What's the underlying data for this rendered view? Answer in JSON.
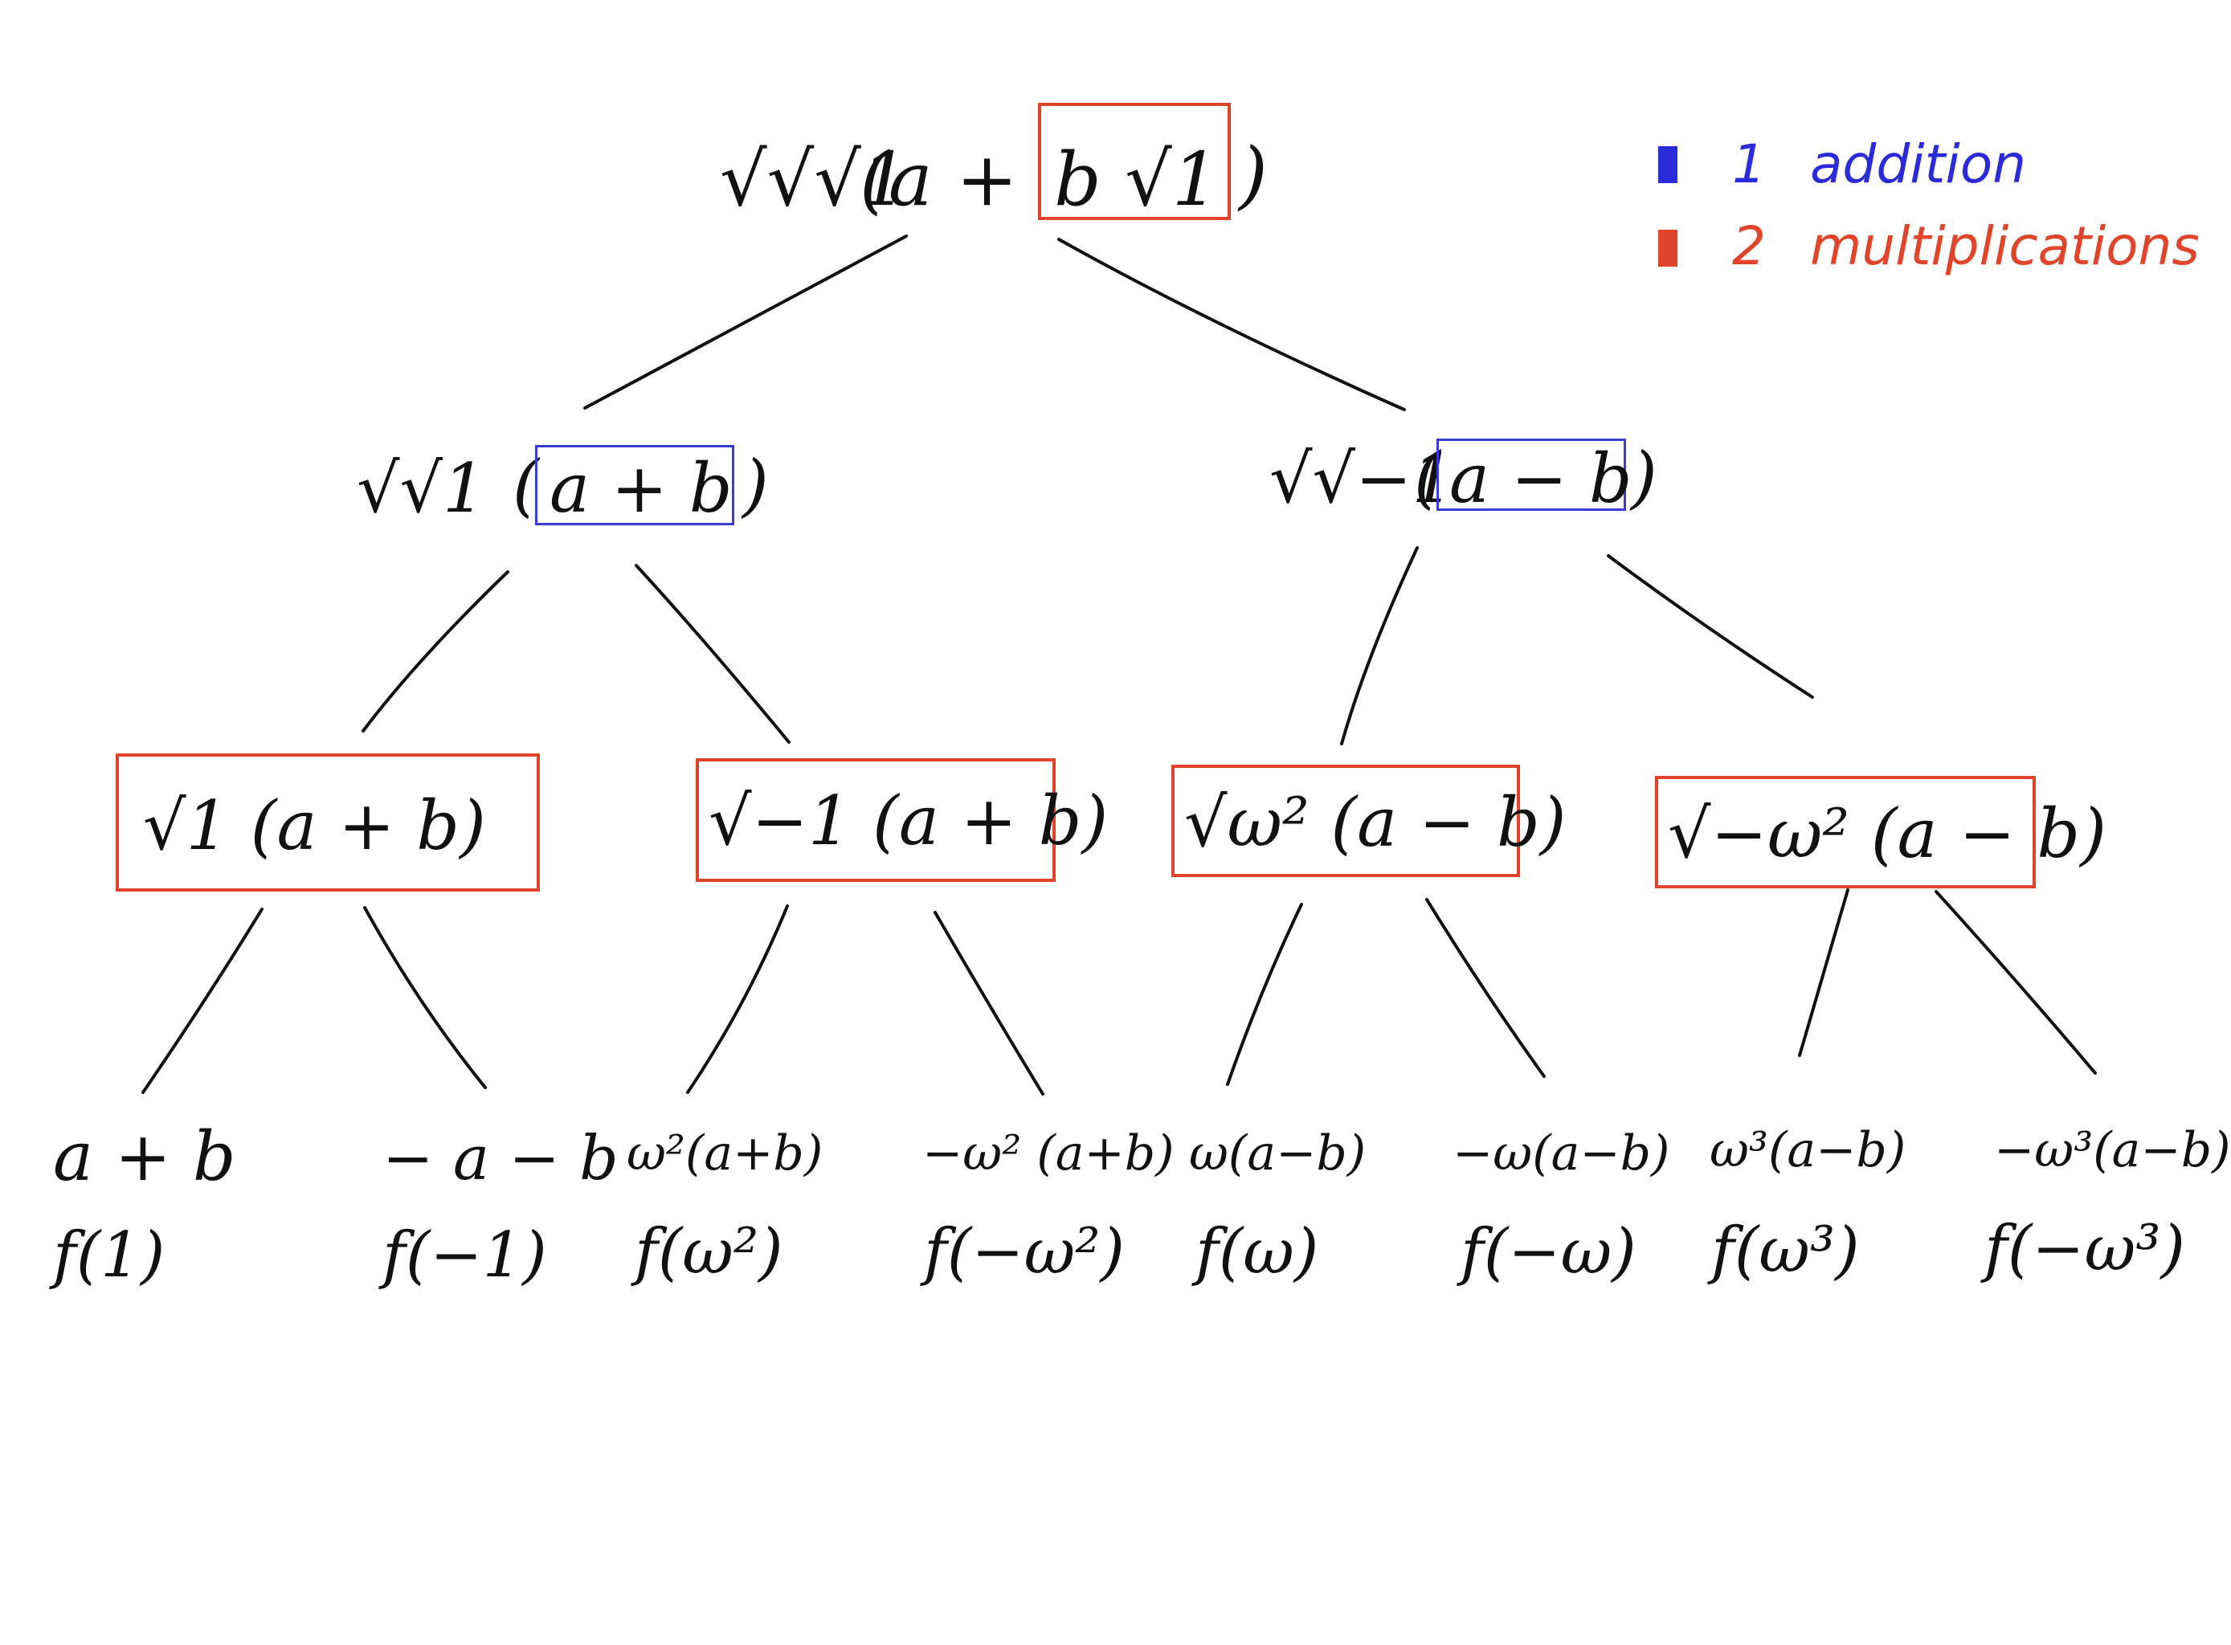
{
  "colors": {
    "addition": "#2b2bd9",
    "multiplication": "#e0442a",
    "ink": "#111111"
  },
  "legend": {
    "addition": {
      "count": "1",
      "label": "addition"
    },
    "multiplication": {
      "count": "2",
      "label": "multiplications"
    }
  },
  "tree": {
    "root": {
      "prefix": "√√√1",
      "open": "(a +",
      "boxed": "b √1",
      "close": ")"
    },
    "level1": {
      "left": {
        "prefix": "√√1",
        "open": "(",
        "boxed": "a + b",
        "close": ")"
      },
      "right": {
        "prefix": "√√−1",
        "open": "(",
        "boxed": "a − b",
        "close": ")"
      }
    },
    "level2": [
      {
        "text": "√1 (a + b)"
      },
      {
        "text": "√−1 (a + b)"
      },
      {
        "text": "√ω² (a − b)"
      },
      {
        "text": "√−ω² (a − b)"
      }
    ],
    "leaves": [
      {
        "value": "a + b",
        "fn": "f(1)"
      },
      {
        "value": "− a − b",
        "fn": "f(−1)"
      },
      {
        "value": "ω²(a+b)",
        "fn": "f(ω²)"
      },
      {
        "value": "−ω² (a+b)",
        "fn": "f(−ω²)"
      },
      {
        "value": "ω(a−b)",
        "fn": "f(ω)"
      },
      {
        "value": "−ω(a−b)",
        "fn": "f(−ω)"
      },
      {
        "value": "ω³(a−b)",
        "fn": "f(ω³)"
      },
      {
        "value": "−ω³(a−b)",
        "fn": "f(−ω³)"
      }
    ]
  }
}
